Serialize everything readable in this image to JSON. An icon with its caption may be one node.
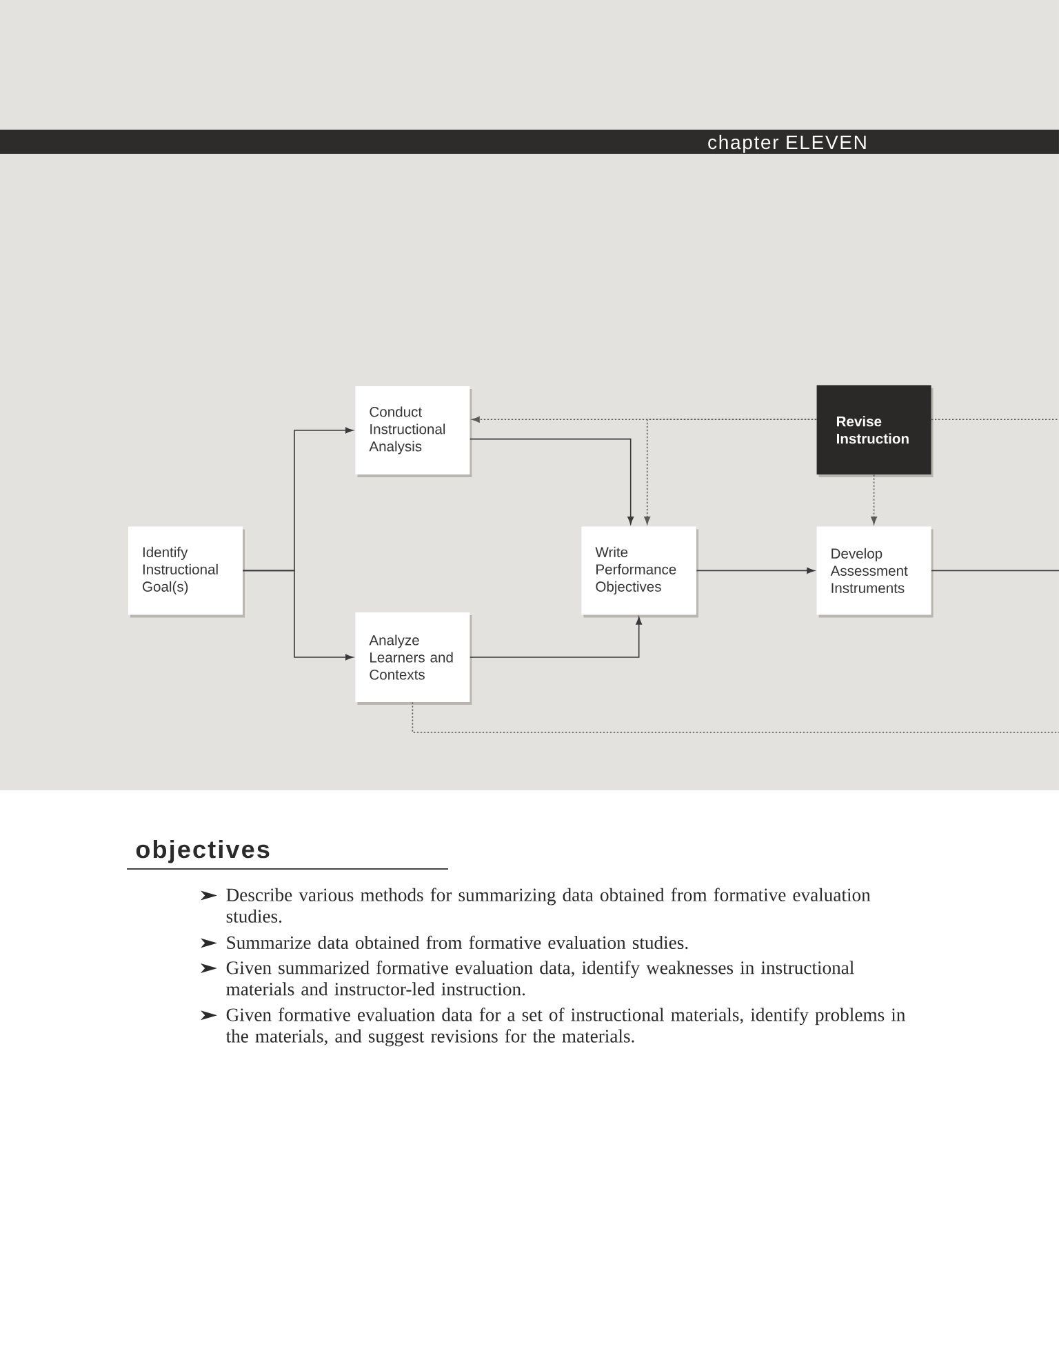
{
  "diagram": {
    "title": "chapter ELEVEN",
    "nodes": [
      {
        "text": [
          "Identify Instructional Goal(s)"
        ]
      },
      {
        "text": [
          "Conduct Instructional Analysis"
        ]
      },
      {
        "text": [
          "Analyze Learners and Contexts"
        ]
      },
      {
        "text": [
          "Write Performance Objectives"
        ]
      },
      {
        "text": [
          "Revise Instruction"
        ]
      },
      {
        "text": [
          "Develop Assessment Instruments"
        ]
      }
    ],
    "edges": [
      {
        "from": 0,
        "to": 1,
        "arrow": "to"
      },
      {
        "from": 0,
        "to": 2,
        "arrow": "to"
      },
      {
        "from": 1,
        "to": 3,
        "arrow": "to"
      },
      {
        "from": 2,
        "to": 3,
        "arrow": "to"
      },
      {
        "from": 3,
        "to": 5,
        "arrow": "to"
      },
      {
        "from": 5,
        "to": null,
        "arrow": "none"
      },
      {
        "from": 4,
        "to": 1,
        "arrow": "to",
        "style": "dashed"
      },
      {
        "from": 4,
        "to": 3,
        "arrow": "to",
        "style": "dashed"
      },
      {
        "from": 4,
        "to": null,
        "arrow": "none",
        "style": "dashed"
      },
      {
        "from": 4,
        "to": 5,
        "arrow": "to",
        "style": "dashed"
      },
      {
        "from": 2,
        "to": null,
        "arrow": "none",
        "style": "dashed"
      }
    ],
    "labels": [
      "objectives",
      "Describe various methods for summarizing data obtained from formative evaluation studies.",
      "Summarize data obtained from formative evaluation studies.",
      "Given summarized formative evaluation data, identify weaknesses in instructional materials and instructor-led instruction.",
      "Given formative evaluation data for a set of instructional materials, identify problems in the materials, and suggest revisions for the materials."
    ]
  }
}
